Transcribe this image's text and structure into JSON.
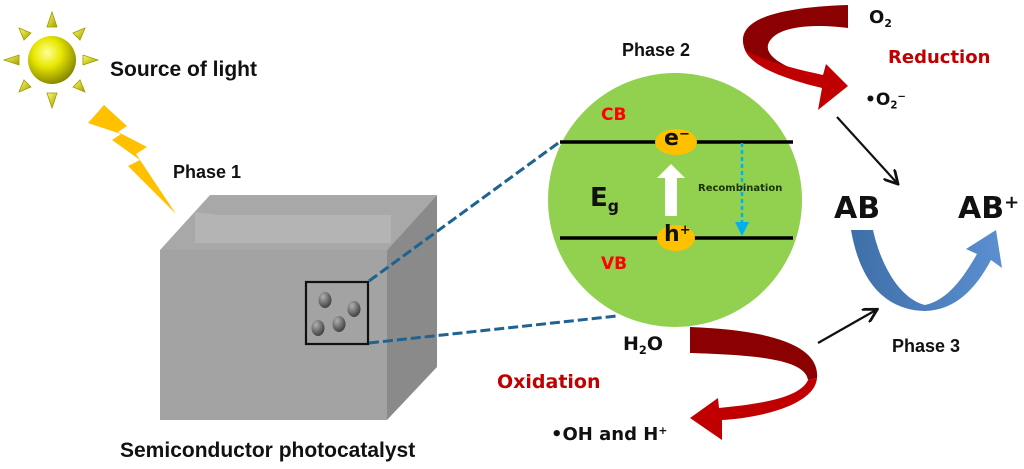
{
  "diagram": {
    "title_context": "Photocatalysis mechanism",
    "source_of_light": "Source of light",
    "phase1": "Phase 1",
    "phase2": "Phase 2",
    "phase3": "Phase 3",
    "semiconductor": "Semiconductor photocatalyst",
    "band": {
      "cb": "CB",
      "vb": "VB",
      "eg_main": "E",
      "eg_sub": "g",
      "electron_main": "e",
      "electron_sup": "−",
      "hole_main": "h",
      "hole_sup": "+",
      "recombination": "Recombination"
    },
    "reduction": {
      "label": "Reduction",
      "reactant_main": "O",
      "reactant_sub": "2",
      "product_prefix": "•O",
      "product_sub": "2",
      "product_sup": "−"
    },
    "oxidation": {
      "label": "Oxidation",
      "reactant_h": "H",
      "reactant_sub": "2",
      "reactant_o": "O",
      "product_main": "•OH and H",
      "product_sup": "+"
    },
    "pollutant": {
      "reactant": "AB",
      "product_main": "AB",
      "product_sup": "+"
    },
    "colors": {
      "sphere": "#92d050",
      "arrow_red": "#c00000",
      "arrow_blue": "#4f81bd",
      "carrier": "#ffc000",
      "label_red": "#c00000",
      "band_label": "#ff0000",
      "dashed_line": "#1f6391",
      "recombination": "#00b0f0",
      "lightning": "#ffc000"
    }
  }
}
